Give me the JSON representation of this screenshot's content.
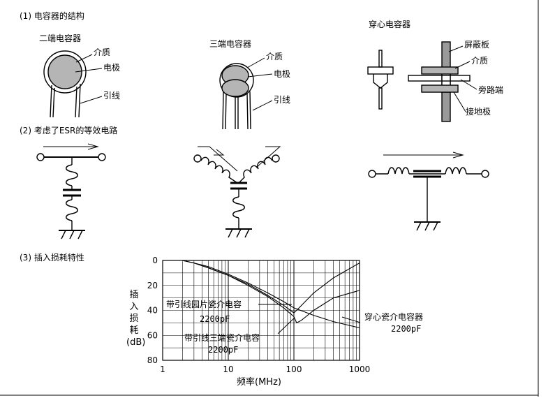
{
  "section1": {
    "heading": "(1) 电容器的结构",
    "two_terminal": {
      "title": "二端电容器",
      "dielectric": "介质",
      "electrode": "电极",
      "lead": "引线"
    },
    "three_terminal": {
      "title": "三端电容器",
      "dielectric": "介质",
      "electrode": "电极",
      "lead": "引线"
    },
    "feedthrough": {
      "title": "穿心电容器",
      "shield": "屏蔽板",
      "dielectric": "介质",
      "bypass_end": "旁路端",
      "ground_electrode": "接地极"
    }
  },
  "section2": {
    "heading": "(2) 考虑了ESR的等效电路"
  },
  "section3": {
    "heading": "(3) 插入损耗特性"
  },
  "chart_data": {
    "type": "line",
    "xlabel": "频率(MHz)",
    "ylabel": "插入损耗(dB)",
    "x_scale": "log",
    "xlim": [
      1,
      1000
    ],
    "ylim": [
      0,
      80
    ],
    "y_inverted": true,
    "x_ticks": [
      "1",
      "10",
      "100",
      "1000"
    ],
    "y_ticks": [
      "0",
      "20",
      "40",
      "60",
      "80"
    ],
    "grid": true,
    "series": [
      {
        "name": "带引线园片瓷介电容 2200pF",
        "x": [
          2,
          3,
          5,
          10,
          20,
          40,
          70,
          100,
          110,
          130,
          200,
          400,
          1000
        ],
        "y": [
          0,
          2,
          6,
          12,
          20,
          29,
          38,
          45,
          50,
          48,
          40,
          30,
          24
        ]
      },
      {
        "name": "带引线三端瓷介电容 2200pF",
        "x": [
          2,
          3,
          5,
          10,
          20,
          40,
          70,
          100,
          120,
          200,
          400,
          1000
        ],
        "y": [
          0,
          2,
          6,
          12,
          19,
          28,
          36,
          42,
          38,
          26,
          14,
          2
        ]
      },
      {
        "name": "穿心瓷介电容器 2200pF",
        "x": [
          2,
          3,
          5,
          10,
          20,
          40,
          70,
          100,
          200,
          400,
          1000
        ],
        "y": [
          0,
          2,
          5,
          11,
          18,
          26,
          33,
          38,
          44,
          49,
          54
        ]
      }
    ],
    "annotations": [
      {
        "label": "带引线园片瓷介电容",
        "value": "2200pF"
      },
      {
        "label": "带引线三端瓷介电容",
        "value": "2200pF"
      },
      {
        "label": "穿心瓷介电容器",
        "value": "2200pF"
      }
    ]
  }
}
